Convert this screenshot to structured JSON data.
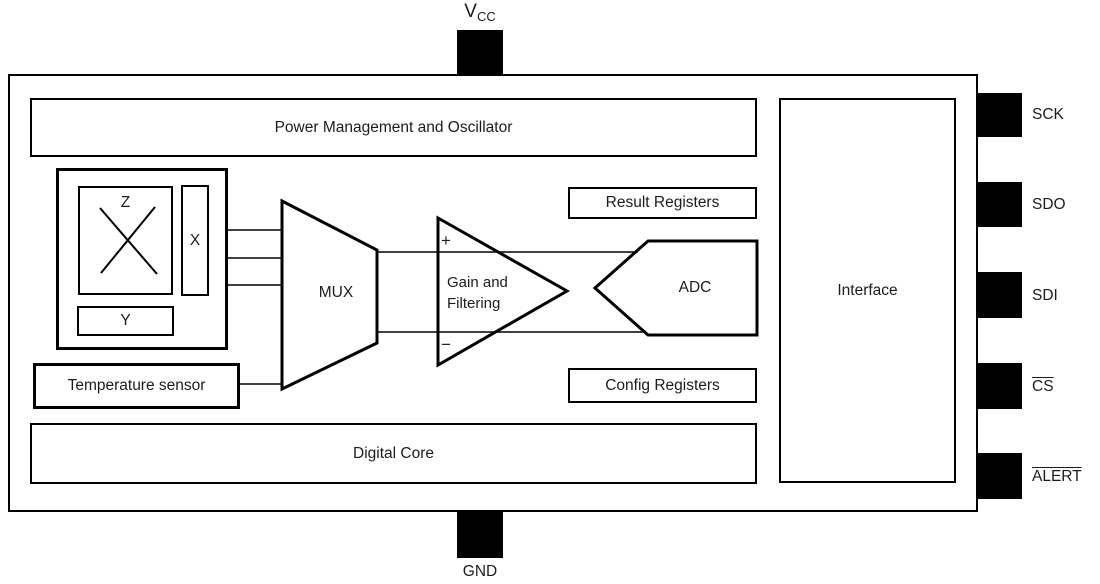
{
  "diagram": {
    "pins": {
      "vcc_main": "V",
      "vcc_sub": "CC",
      "gnd": "GND",
      "sck": "SCK",
      "sdo": "SDO",
      "sdi": "SDI",
      "cs": "CS",
      "alert": "ALERT"
    },
    "blocks": {
      "power": "Power Management and Oscillator",
      "sensor_z": "Z",
      "sensor_x": "X",
      "sensor_y": "Y",
      "temperature": "Temperature sensor",
      "mux": "MUX",
      "gain_line1": "Gain and",
      "gain_line2": "Filtering",
      "gain_plus": "+",
      "gain_minus": "−",
      "adc": "ADC",
      "result_registers": "Result Registers",
      "config_registers": "Config Registers",
      "interface": "Interface",
      "digital_core": "Digital Core"
    },
    "colors": {
      "stroke": "#000000",
      "pin_fill": "#000000",
      "background": "#ffffff",
      "text": "#1c1c1c"
    }
  }
}
